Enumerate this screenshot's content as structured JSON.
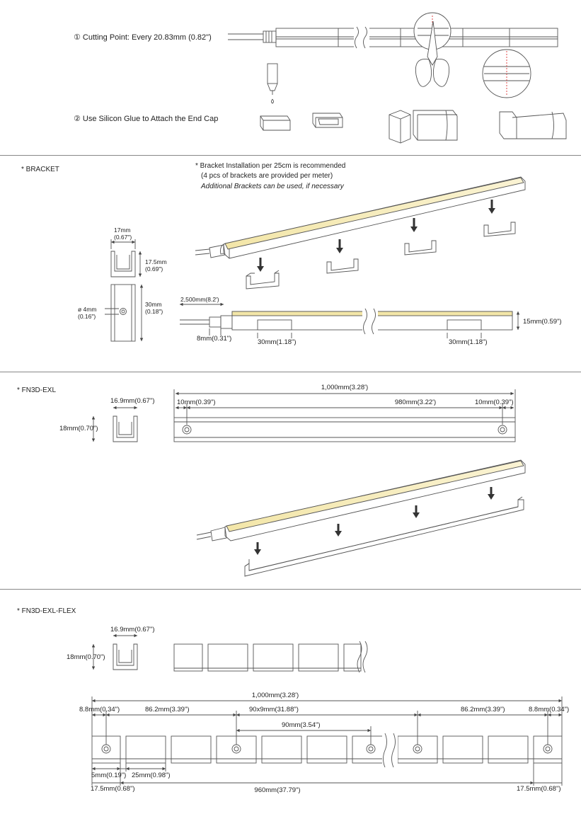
{
  "steps": {
    "cutting": "① Cutting Point: Every 20.83mm (0.82\")",
    "endcap": "② Use Silicon Glue to Attach the End Cap"
  },
  "bracket": {
    "title": "* BRACKET",
    "note_line1": "* Bracket Installation per 25cm is recommended",
    "note_line2": "(4 pcs of brackets are provided per meter)",
    "note_line3": "Additional Brackets can be used, if necessary",
    "width": "17mm",
    "width_in": "(0.67\")",
    "height": "17.5mm",
    "height_in": "(0.69\")",
    "hole": "ø 4mm",
    "hole_in": "(0.16\")",
    "length": "30mm",
    "length_in": "(0.18\")",
    "cable": "2,500mm(8.2')",
    "conn": "8mm(0.31\")",
    "b1": "30mm(1.18\")",
    "b2": "30mm(1.18\")",
    "profile_h": "15mm(0.59\")"
  },
  "exl": {
    "title": "* FN3D-EXL",
    "width": "16.9mm(0.67\")",
    "height": "18mm(0.70\")",
    "total": "1,000mm(3.28')",
    "left": "10mm(0.39\")",
    "mid": "980mm(3.22')",
    "right": "10mm(0.39\")"
  },
  "flex": {
    "title": "* FN3D-EXL-FLEX",
    "width": "16.9mm(0.67\")",
    "height": "18mm(0.70\")",
    "total": "1,000mm(3.28')",
    "l1": "8.8mm(0.34\")",
    "l2": "86.2mm(3.39\")",
    "l3": "90x9mm(31.88\")",
    "l4": "86.2mm(3.39\")",
    "l5": "8.8mm(0.34\")",
    "pitch": "90mm(3.54\")",
    "b1": "5mm(0.19\")",
    "b2": "25mm(0.98\")",
    "b3": "17.5mm(0.68\")",
    "b4": "960mm(37.79\")",
    "b5": "17.5mm(0.68\")"
  },
  "colors": {
    "line": "#555555",
    "glow": "#f6eec0"
  }
}
